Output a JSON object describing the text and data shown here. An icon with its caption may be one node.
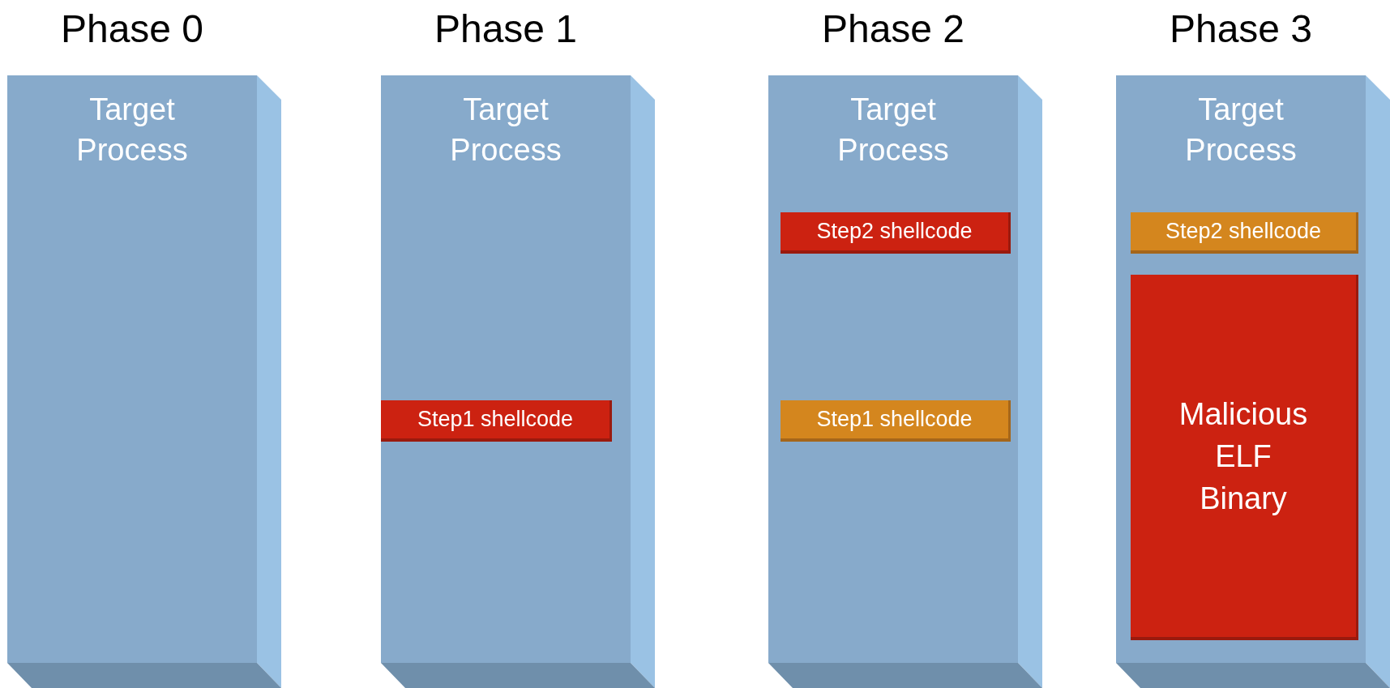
{
  "diagram": {
    "nodes": [
      {
        "text": [
          "Phase 0",
          "Target Process"
        ]
      },
      {
        "text": [
          "Phase 1",
          "Target Process"
        ]
      },
      {
        "text": [
          "Step1 shellcode"
        ],
        "in": 1
      },
      {
        "text": [
          "Phase 2",
          "Target Process"
        ]
      },
      {
        "text": [
          "Step2 shellcode"
        ],
        "in": 3
      },
      {
        "text": [
          "Step1 shellcode"
        ],
        "in": 3
      },
      {
        "text": [
          "Phase 3",
          "Target Process"
        ]
      },
      {
        "text": [
          "Step2 shellcode"
        ],
        "in": 6
      },
      {
        "text": [
          "Malicious ELF Binary"
        ],
        "in": 6
      }
    ]
  }
}
